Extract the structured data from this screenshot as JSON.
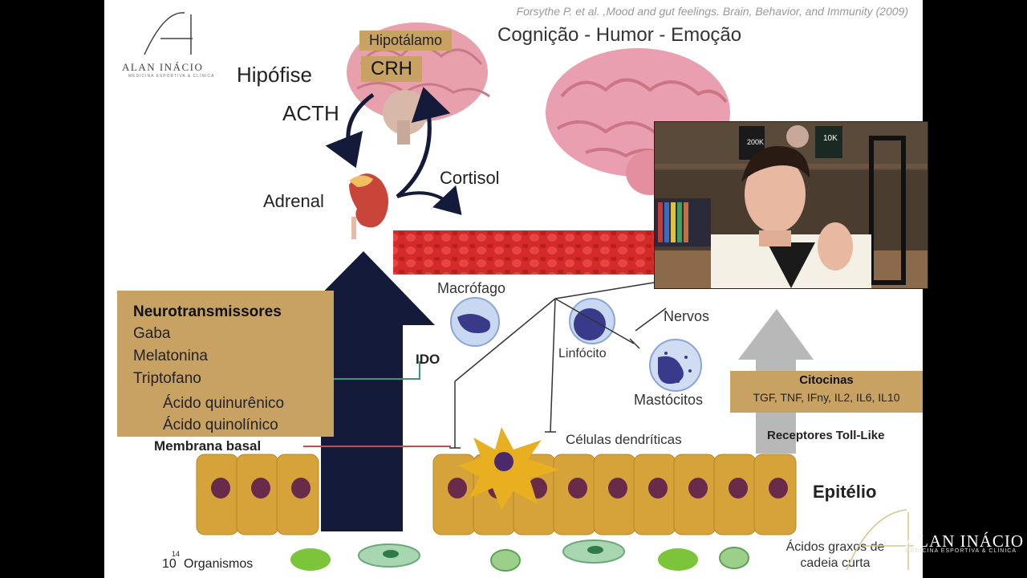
{
  "logo": {
    "name": "ALAN INÁCIO",
    "subtitle": "MEDICINA ESPORTIVA & CLÍNICA"
  },
  "citation": "Forsythe P. et al. ,Mood and gut feelings. Brain, Behavior, and Immunity (2009)",
  "title": "Cognição - Humor - Emoção",
  "hpa": {
    "hypothalamus": "Hipotálamo",
    "crh": "CRH",
    "pituitary": "Hipófise",
    "acth": "ACTH",
    "adrenal": "Adrenal",
    "cortisol": "Cortisol"
  },
  "neurotransmitters": {
    "title": "Neurotransmissores",
    "items": [
      "Gaba",
      "Melatonina",
      "Triptofano"
    ],
    "metabolites": [
      "Ácido quinurênico",
      "Ácido quinolínico"
    ]
  },
  "labels": {
    "ido": "IDO",
    "membrane": "Membrana basal",
    "macrophage": "Macrófago",
    "lymphocyte": "Linfócito",
    "nerves": "Nervos",
    "mast_cells": "Mastócitos",
    "dendritic": "Células dendríticas",
    "toll": "Receptores Toll-Like",
    "epithelium": "Epitélio",
    "scfa": "Ácidos graxos de cadeia curta"
  },
  "cytokines": {
    "title": "Citocinas",
    "list": "TGF, TNF, IFny, IL2, IL6, IL10"
  },
  "organisms": {
    "base": "10",
    "exponent": "14",
    "label": "Organismos"
  },
  "webcam": {
    "plaque_1": "200K",
    "plaque_2": "10K"
  },
  "watermark": {
    "name": "ALAN INÁCIO",
    "subtitle": "MEDICINA ESPORTIVA & CLÍNICA"
  },
  "colors": {
    "gold_box": "#c8a262",
    "navy_arrow": "#141a3a",
    "blood": "#d42a2a",
    "brain": "#e9a0ad",
    "epithelium": "#d6a33a",
    "green_line": "#3a9c6a",
    "red_line": "#c0504d"
  }
}
